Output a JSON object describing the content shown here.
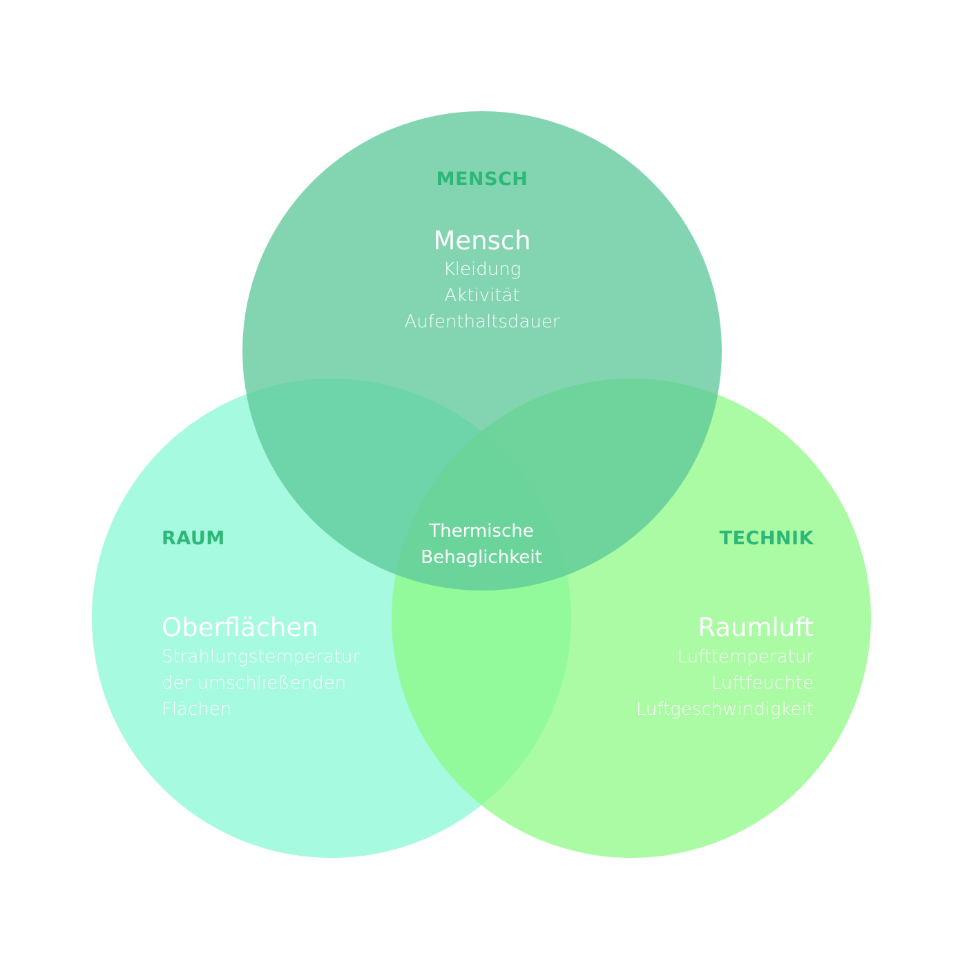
{
  "colors": {
    "mensch_circle": "#5FC99A",
    "raum_circle": "#8CF9D6",
    "technik_circle": "#8DF985",
    "category_label": "#2DB877",
    "text_on_circle": "#ffffff"
  },
  "mensch": {
    "category": "MENSCH",
    "heading": "Mensch",
    "items": [
      "Kleidung",
      "Aktivität",
      "Aufenthaltsdauer"
    ]
  },
  "raum": {
    "category": "RAUM",
    "heading": "Oberflächen",
    "items": [
      "Strahlungstemperatur",
      "der umschließenden",
      "Flächen"
    ]
  },
  "technik": {
    "category": "TECHNIK",
    "heading": "Raumluft",
    "items": [
      "Lufttemperatur",
      "Luftfeuchte",
      "Luftgeschwindigkeit"
    ]
  },
  "center": {
    "lines": [
      "Thermische",
      "Behaglichkeit"
    ]
  }
}
